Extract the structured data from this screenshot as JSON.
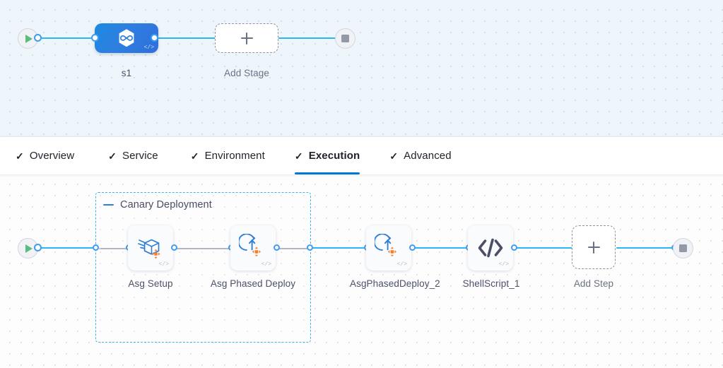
{
  "theme": {
    "accent_blue": "#0278d5",
    "wire_blue": "#29b5f6",
    "group_border": "#39b6ef",
    "stage_gradient_from": "#1e8ae0",
    "stage_gradient_to": "#2f6fdc",
    "play_green": "#5bbd7c",
    "stop_gray": "#9499a8",
    "orange_marker": "#f97c2c",
    "icon_blue": "#2f7fd6"
  },
  "stage_canvas": {
    "start_node": {
      "name": "start-node",
      "icon": "play-icon"
    },
    "stage": {
      "label": "s1",
      "icon": "harness-cd-hexagon-icon",
      "badge": "</>"
    },
    "add_stage": {
      "label": "Add Stage",
      "icon": "plus-icon"
    },
    "end_node": {
      "name": "end-node",
      "icon": "stop-icon"
    }
  },
  "tabbar": {
    "tabs": [
      {
        "label": "Overview",
        "check": "✓",
        "active": false
      },
      {
        "label": "Service",
        "check": "✓",
        "active": false
      },
      {
        "label": "Environment",
        "check": "✓",
        "active": false
      },
      {
        "label": "Execution",
        "check": "✓",
        "active": true
      },
      {
        "label": "Advanced",
        "check": "✓",
        "active": false
      }
    ]
  },
  "execution_canvas": {
    "start_node": {
      "name": "start-node",
      "icon": "play-icon"
    },
    "group": {
      "title": "Canary Deployment",
      "collapse_icon": "minus-icon"
    },
    "steps": [
      {
        "label": "Asg Setup",
        "icon": "asg-setup-package-icon",
        "badge": "</>",
        "in_group": true
      },
      {
        "label": "Asg Phased Deploy",
        "icon": "asg-phased-deploy-icon",
        "badge": "</>",
        "in_group": true
      },
      {
        "label": "AsgPhasedDeploy_2",
        "icon": "asg-phased-deploy-icon",
        "badge": "</>",
        "in_group": false
      },
      {
        "label": "ShellScript_1",
        "icon": "shell-script-code-icon",
        "badge": "</>",
        "in_group": false
      }
    ],
    "add_step": {
      "label": "Add Step",
      "icon": "plus-icon"
    },
    "end_node": {
      "name": "end-node",
      "icon": "stop-icon"
    }
  }
}
